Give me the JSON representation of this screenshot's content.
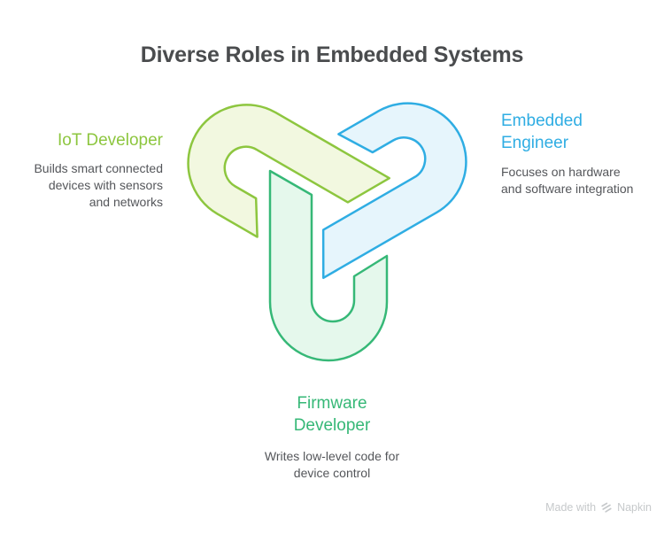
{
  "title": "Diverse Roles in Embedded Systems",
  "roles": {
    "iot": {
      "name": "IoT Developer",
      "name_lines": [
        "IoT Developer"
      ],
      "description": "Builds smart connected devices with sensors and networks",
      "desc_lines": [
        "Builds smart connected",
        "devices with sensors",
        "and networks"
      ],
      "color": "#8DC63F",
      "fill": "#F2F8E0"
    },
    "embedded": {
      "name": "Embedded Engineer",
      "name_lines": [
        "Embedded",
        "Engineer"
      ],
      "description": "Focuses on hardware and software integration",
      "desc_lines": [
        "Focuses on hardware",
        "and software integration"
      ],
      "color": "#2FADE3",
      "fill": "#E6F5FC"
    },
    "firmware": {
      "name": "Firmware Developer",
      "name_lines": [
        "Firmware",
        "Developer"
      ],
      "description": "Writes low-level code for device control",
      "desc_lines": [
        "Writes low-level code for",
        "device control"
      ],
      "color": "#36B877",
      "fill": "#E5F8EC"
    }
  },
  "footer": {
    "made_with": "Made with",
    "brand": "Napkin"
  },
  "colors": {
    "title": "#4A4C4E",
    "body_text": "#54565A",
    "footer_text": "#C6C9CB"
  }
}
